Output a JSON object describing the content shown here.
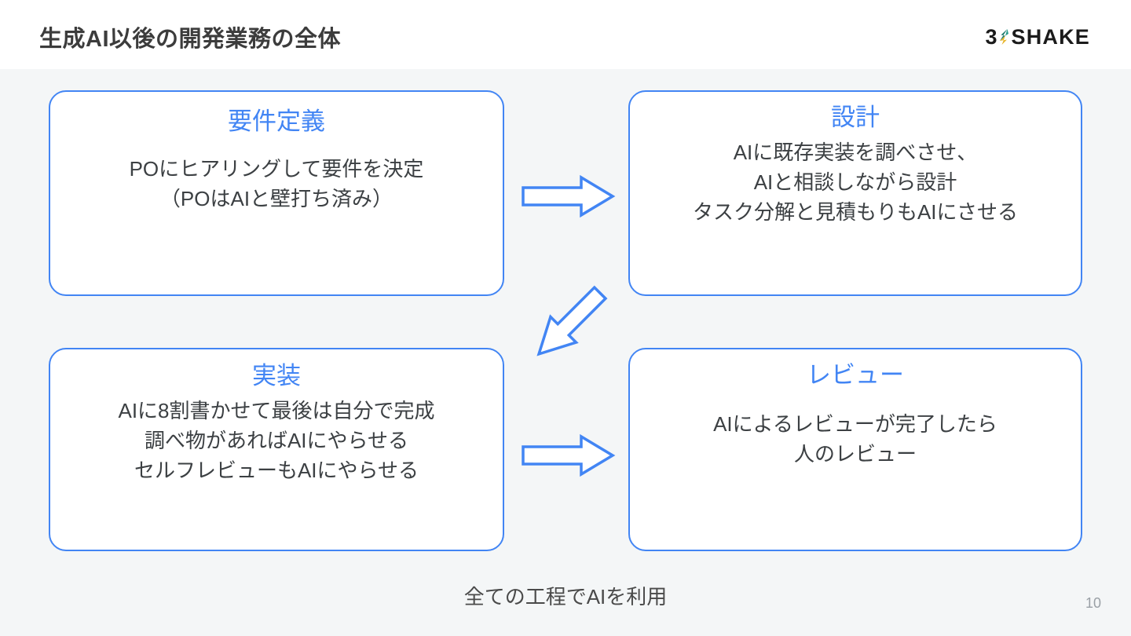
{
  "slide": {
    "title": "生成AI以後の開発業務の全体",
    "page_number": "10",
    "footer_caption": "全ての工程でAIを利用",
    "accent_color": "#4285f4",
    "body_text_color": "#3c4043",
    "background_color": "#f4f6f7",
    "header_background": "#ffffff"
  },
  "brand": {
    "prefix": "3",
    "name": "SHAKE",
    "mark_icon": "shake-mark-icon",
    "mark_color_top": "#1f7a6e",
    "mark_color_bottom": "#e8b52a"
  },
  "phases": [
    {
      "id": "requirements",
      "heading": "要件定義",
      "lines": [
        "POにヒアリングして要件を決定",
        "（POはAIと壁打ち済み）"
      ]
    },
    {
      "id": "design",
      "heading": "設計",
      "lines": [
        "AIに既存実装を調べさせ、",
        "AIと相談しながら設計",
        "タスク分解と見積もりもAIにさせる"
      ]
    },
    {
      "id": "implementation",
      "heading": "実装",
      "lines": [
        "AIに8割書かせて最後は自分で完成",
        "調べ物があればAIにやらせる",
        "セルフレビューもAIにやらせる"
      ]
    },
    {
      "id": "review",
      "heading": "レビュー",
      "lines": [
        "AIによるレビューが完了したら",
        "人のレビュー"
      ]
    }
  ],
  "arrows": [
    {
      "id": "requirements-to-design",
      "icon": "arrow-right-icon",
      "direction": "right"
    },
    {
      "id": "design-to-implementation",
      "icon": "arrow-down-left-icon",
      "direction": "down-left"
    },
    {
      "id": "implementation-to-review",
      "icon": "arrow-right-icon",
      "direction": "right"
    }
  ]
}
